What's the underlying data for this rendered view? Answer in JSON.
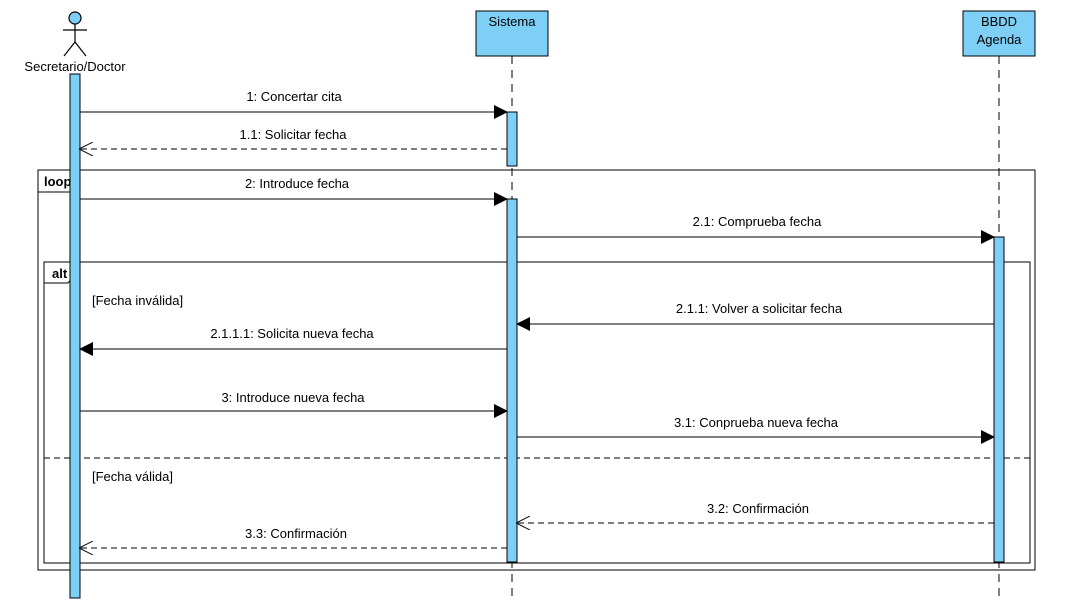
{
  "colors": {
    "participant_fill": "#7dcff6",
    "activation_fill": "#7dcff6",
    "line": "#000000"
  },
  "participants": [
    {
      "id": "secretario",
      "label": "Secretario/Doctor",
      "type": "actor"
    },
    {
      "id": "sistema",
      "label": "Sistema",
      "type": "box"
    },
    {
      "id": "bbdd",
      "label_line1": "BBDD",
      "label_line2": "Agenda",
      "type": "box"
    }
  ],
  "frames": {
    "loop": "loop",
    "alt": "alt",
    "guard_invalid": "[Fecha inválida]",
    "guard_valid": "[Fecha válida]"
  },
  "messages": [
    {
      "id": "m1",
      "label": "1: Concertar cita",
      "from": "secretario",
      "to": "sistema",
      "kind": "sync"
    },
    {
      "id": "m1_1",
      "label": "1.1: Solicitar fecha",
      "from": "sistema",
      "to": "secretario",
      "kind": "return"
    },
    {
      "id": "m2",
      "label": "2: Introduce fecha",
      "from": "secretario",
      "to": "sistema",
      "kind": "sync"
    },
    {
      "id": "m2_1",
      "label": "2.1: Comprueba fecha",
      "from": "sistema",
      "to": "bbdd",
      "kind": "sync"
    },
    {
      "id": "m2_1_1",
      "label": "2.1.1: Volver a solicitar fecha",
      "from": "bbdd",
      "to": "sistema",
      "kind": "sync"
    },
    {
      "id": "m2_1_1_1",
      "label": "2.1.1.1: Solicita nueva fecha",
      "from": "sistema",
      "to": "secretario",
      "kind": "sync"
    },
    {
      "id": "m3",
      "label": "3: Introduce nueva fecha",
      "from": "secretario",
      "to": "sistema",
      "kind": "sync"
    },
    {
      "id": "m3_1",
      "label": "3.1: Conprueba nueva fecha",
      "from": "sistema",
      "to": "bbdd",
      "kind": "sync"
    },
    {
      "id": "m3_2",
      "label": "3.2: Confirmación",
      "from": "bbdd",
      "to": "sistema",
      "kind": "return"
    },
    {
      "id": "m3_3",
      "label": "3.3: Confirmación",
      "from": "sistema",
      "to": "secretario",
      "kind": "return"
    }
  ]
}
